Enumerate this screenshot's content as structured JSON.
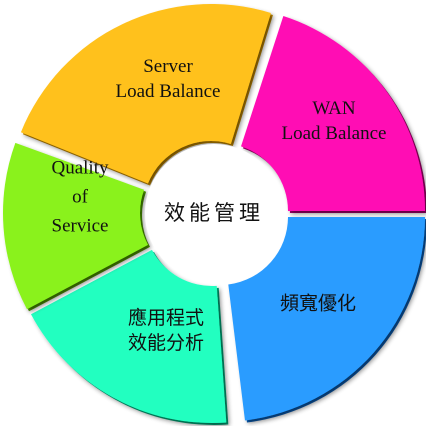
{
  "center": {
    "label": "效能管理",
    "fill": "#ffffff"
  },
  "segments": [
    {
      "id": "server-load-balance",
      "lines": [
        "Server",
        "Load Balance"
      ],
      "color": "#ffc11e",
      "shadow": "#c48a00"
    },
    {
      "id": "wan-load-balance",
      "lines": [
        "WAN",
        "Load Balance"
      ],
      "color": "#ff10b4",
      "shadow": "#a8006f"
    },
    {
      "id": "bandwidth-optimization",
      "lines": [
        "頻寬優化"
      ],
      "color": "#2a9cff",
      "shadow": "#0a5fb8"
    },
    {
      "id": "application-analysis",
      "lines": [
        "應用程式",
        "效能分析"
      ],
      "color": "#24ffc0",
      "shadow": "#00a97a"
    },
    {
      "id": "quality-of-service",
      "lines": [
        "Quality",
        "of",
        "Service"
      ],
      "color": "#8af21f",
      "shadow": "#4f9c00"
    }
  ]
}
